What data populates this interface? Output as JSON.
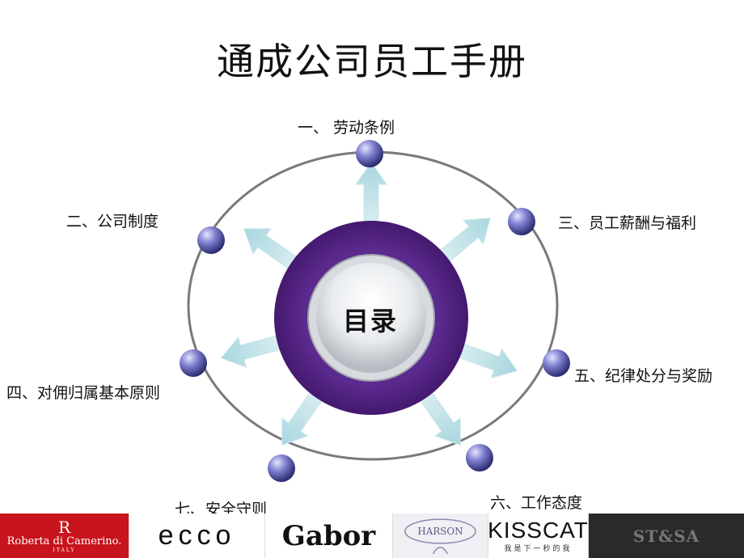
{
  "title": "通成公司员工手册",
  "center_label": "目录",
  "items": [
    {
      "label": "一、 劳动条例"
    },
    {
      "label": "二、公司制度"
    },
    {
      "label": "三、员工薪酬与福利"
    },
    {
      "label": "四、对佣归属基本原则"
    },
    {
      "label": "五、纪律处分与奖励"
    },
    {
      "label": "六、工作态度"
    },
    {
      "label": "七、安全守则"
    }
  ],
  "brands": {
    "roberta": {
      "monogram": "R",
      "name": "Roberta di Camerino.",
      "country": "ITALY"
    },
    "ecco": "ecco",
    "gabor": "Gabor",
    "harson": "HARSON",
    "kisscat": {
      "name": "KISSCAT",
      "tagline": "我是下一秒的我"
    },
    "stsa": "ST&SA"
  },
  "colors": {
    "ring": "#7a7a7a",
    "arrow": "#b9dfe6",
    "outer_disc": "#5a2a8a",
    "node": "#7a7ac8"
  }
}
